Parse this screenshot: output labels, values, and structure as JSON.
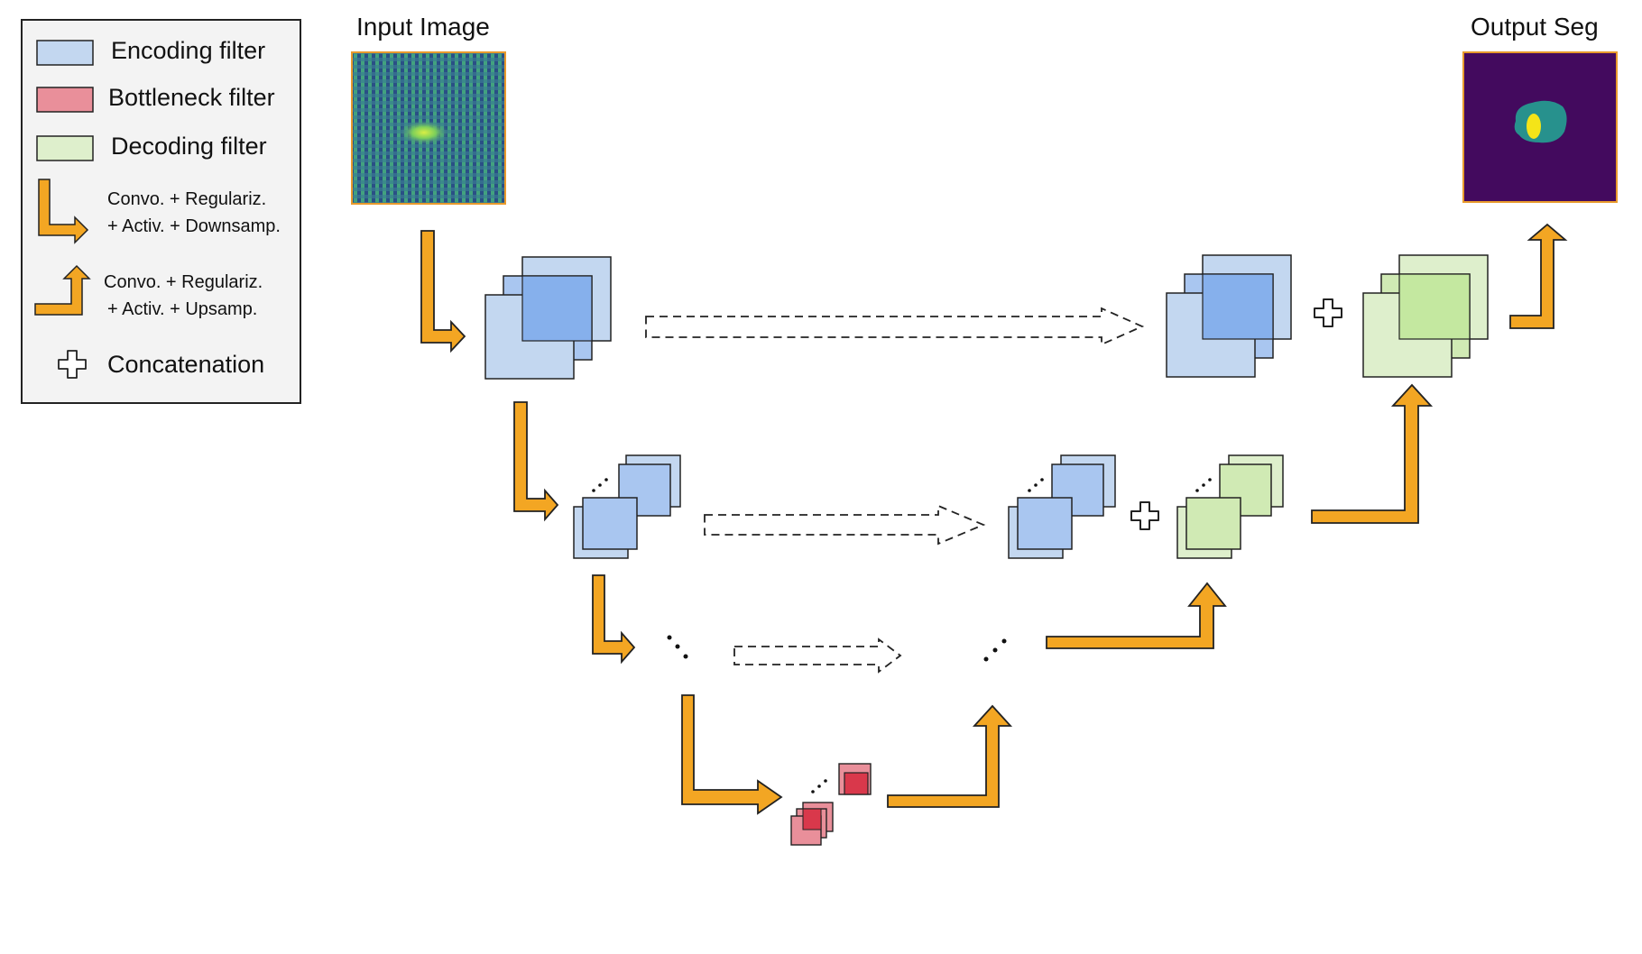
{
  "legend": {
    "encoding": "Encoding filter",
    "bottleneck": "Bottleneck filter",
    "decoding": "Decoding filter",
    "down_line1": "Convo. + Regulariz.",
    "down_line2": "+ Activ. + Downsamp.",
    "up_line1": "Convo. + Regulariz.",
    "up_line2": "+ Activ. + Upsamp.",
    "concat": "Concatenation"
  },
  "titles": {
    "input": "Input Image",
    "output": "Output Seg"
  },
  "colors": {
    "encoding_fill": "#c3d7f0",
    "encoding_inner": "#86b0ec",
    "bottleneck_fill": "#e98f9a",
    "bottleneck_inner": "#d9384b",
    "decoding_fill": "#deefcc",
    "decoding_inner": "#c4e8a0",
    "arrow": "#f3a623",
    "frame": "#e89a2c",
    "seg_background": "#430a5e",
    "seg_region": "#27918d",
    "seg_core": "#f4e418"
  }
}
